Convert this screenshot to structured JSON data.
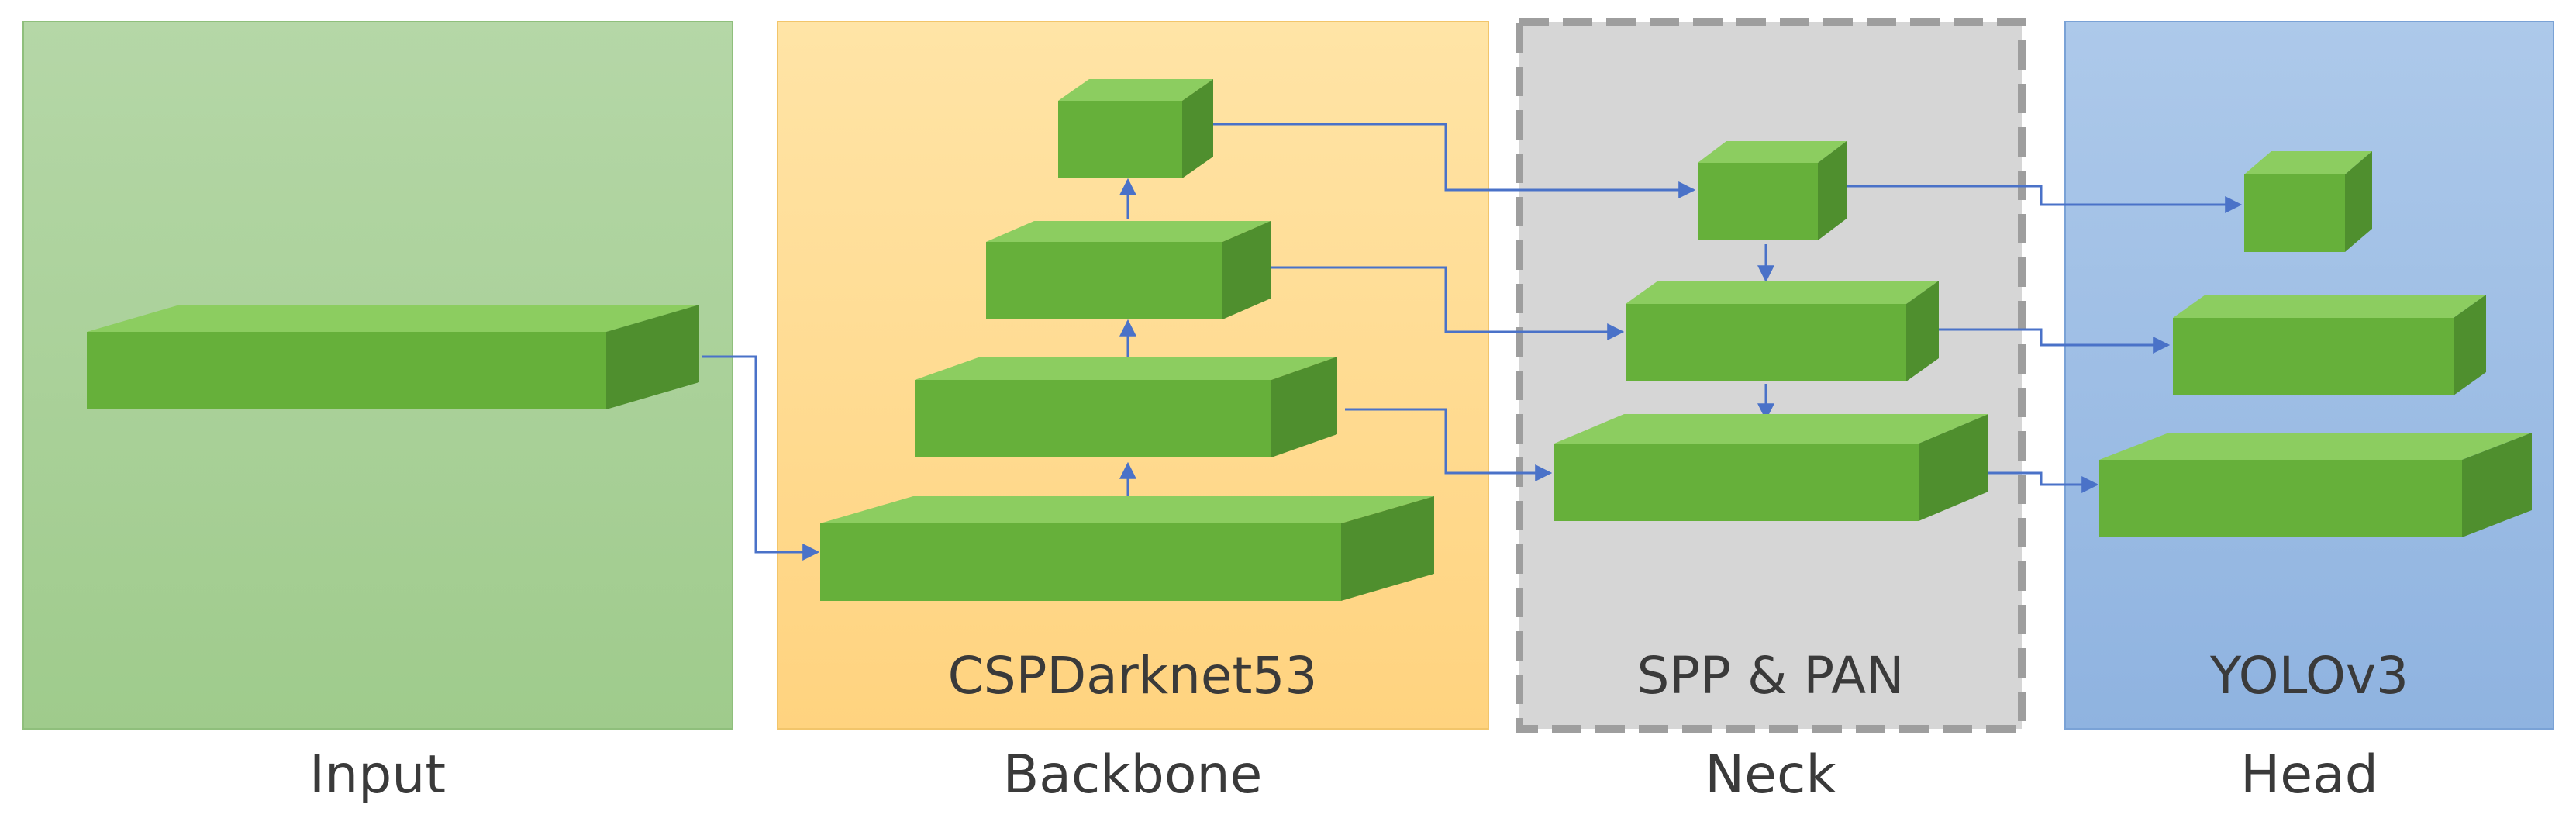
{
  "diagram": {
    "sections": {
      "input": {
        "label": "Input",
        "inner_label": ""
      },
      "backbone": {
        "label": "Backbone",
        "inner_label": "CSPDarknet53"
      },
      "neck": {
        "label": "Neck",
        "inner_label": "SPP & PAN"
      },
      "head": {
        "label": "Head",
        "inner_label": "YOLOv3"
      }
    },
    "colors": {
      "input_panel_top": "#b5d7a7",
      "input_panel_bottom": "#9fcb8c",
      "backbone_panel_top": "#ffe4a6",
      "backbone_panel_bottom": "#ffd37f",
      "neck_panel": "#d6d6d6",
      "neck_border": "#9e9e9e",
      "head_panel_top": "#adc9ea",
      "head_panel_bottom": "#8fb3e0",
      "block_front": "#66b03a",
      "block_top": "#8ccd60",
      "block_side": "#4f8f2e",
      "arrow": "#4a72c8",
      "text": "#3a3a3a"
    }
  }
}
